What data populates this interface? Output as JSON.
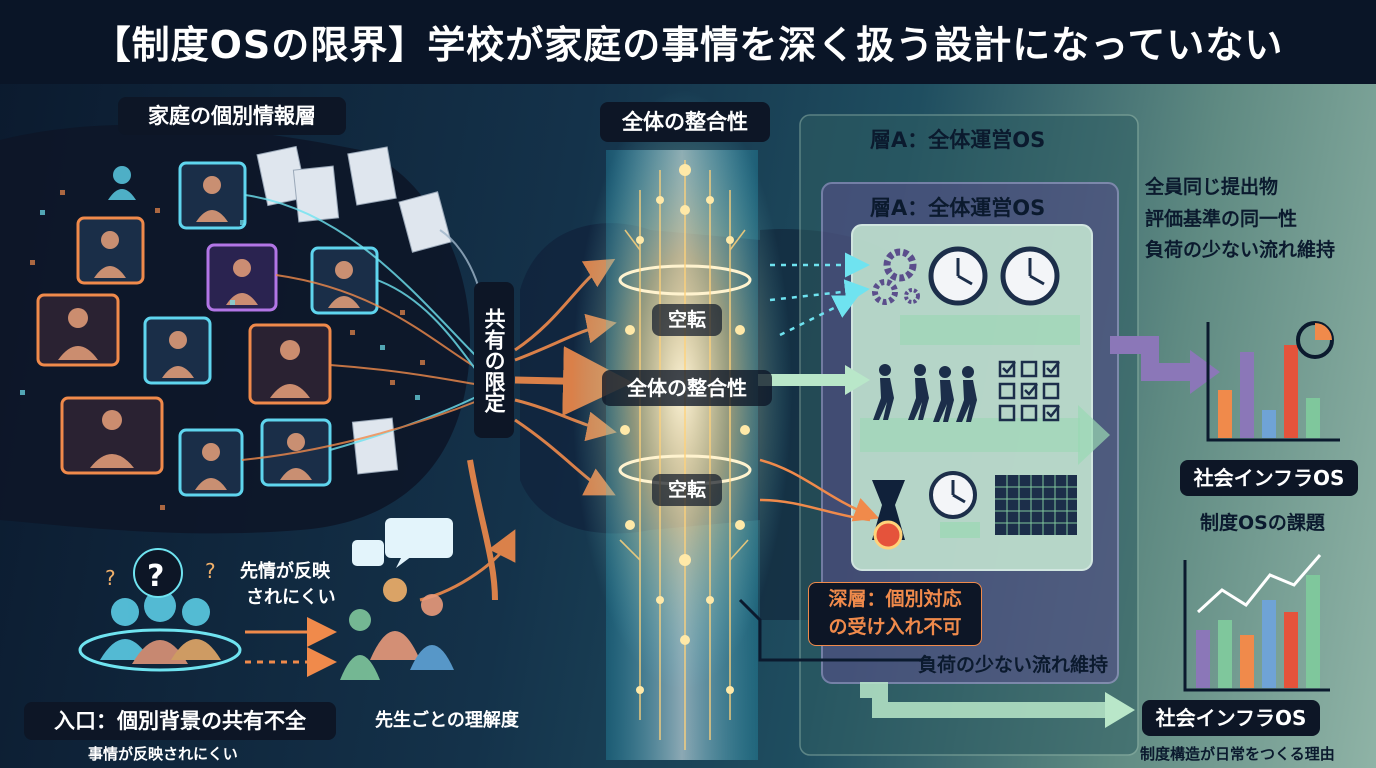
{
  "title": "【制度OSの限界】学校が家庭の事情を深く扱う設計になっていない",
  "family_panel": {
    "label": "家庭の個別情報層"
  },
  "share_limit": {
    "label": "共有の限定"
  },
  "center": {
    "top_label": "全体の整合性",
    "spin_top": "空転",
    "middle": "全体の整合性",
    "spin_bottom": "空転"
  },
  "layer_a": {
    "outer_label": "層A：全体運営OS",
    "inner_label": "層A：全体運営OS"
  },
  "right_notes": {
    "line1": "全員同じ提出物",
    "line2": "評価基準の同一性",
    "line3": "負荷の少ない流れ維持"
  },
  "deep": {
    "line1": "深層：個別対応",
    "line2": "の受け入れ不可"
  },
  "flow_bottom": {
    "label": "負荷の少ない流れ維持"
  },
  "social": {
    "label": "社会インフラOS",
    "issue": "制度OSの課題",
    "bottom_label": "社会インフラOS",
    "bottom_caption": "制度構造が日常をつくる理由"
  },
  "entry": {
    "label": "入口：個別背景の共有不全",
    "caption": "事情が反映されにくい"
  },
  "reflect": {
    "line1": "先情が反映",
    "line2": "されにくい"
  },
  "teacher": {
    "label": "先生ごとの理解度"
  },
  "colors": {
    "orange": "#f08a4b",
    "cyan": "#6fe3f0",
    "gold": "#ffd27a",
    "purple": "#8b77b8",
    "mint": "#b9e7c9",
    "red": "#e5533b"
  },
  "icons": [
    "person-icon",
    "family-photo-icon",
    "document-icon",
    "wheelchair-icon",
    "question-icon",
    "speech-bubble-icon",
    "gear-icon",
    "clock-icon",
    "walking-people-icon",
    "checklist-icon",
    "grid-icon",
    "bar-chart-icon",
    "pie-icon",
    "line-chart-icon",
    "bottleneck-icon"
  ]
}
